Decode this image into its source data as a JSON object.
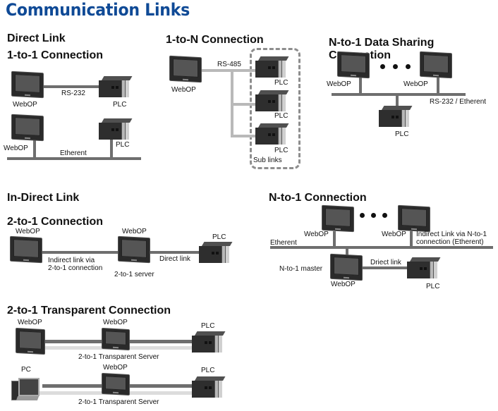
{
  "title": "Communication Links",
  "direct_link": {
    "heading": "Direct Link",
    "one_to_one": {
      "heading": "1-to-1 Connection",
      "row1": {
        "device_a": "WebOP",
        "link": "RS-232",
        "device_b": "PLC"
      },
      "row2": {
        "device_a": "WebOP",
        "link": "Etherent",
        "device_b": "PLC"
      }
    },
    "one_to_n": {
      "heading": "1-to-N Connection",
      "master": "WebOP",
      "link": "RS-485",
      "slaves": [
        "PLC",
        "PLC",
        "PLC"
      ],
      "group_label": "Sub links"
    },
    "n_to_one_sharing": {
      "heading": "N-to-1 Data Sharing Connection",
      "clients": [
        "WebOP",
        "WebOP"
      ],
      "link": "RS-232 / Etherent",
      "target": "PLC"
    }
  },
  "indirect_link": {
    "heading": "In-Direct Link",
    "two_to_one": {
      "heading": "2-to-1 Connection",
      "client": "WebOP",
      "indirect_label_line1": "Indirect link via",
      "indirect_label_line2": "2-to-1 connection",
      "server": "WebOP",
      "server_role": "2-to-1 server",
      "direct_label": "Direct link",
      "target": "PLC"
    },
    "n_to_one": {
      "heading": "N-to-1 Connection",
      "clients": [
        "WebOP",
        "WebOP"
      ],
      "bus_label": "Etherent",
      "indirect_label_line1": "Indirect Link via N-to-1",
      "indirect_label_line2": "connection (Etherent)",
      "master_role": "N-to-1 master",
      "master": "WebOP",
      "direct_label": "Driect link",
      "target": "PLC"
    },
    "transparent": {
      "heading": "2-to-1 Transparent Connection",
      "row1": {
        "client": "WebOP",
        "server": "WebOP",
        "target": "PLC",
        "label": "2-to-1 Transparent Server"
      },
      "row2": {
        "client": "PC",
        "server": "WebOP",
        "target": "PLC",
        "label": "2-to-1 Transparent Server"
      }
    }
  }
}
